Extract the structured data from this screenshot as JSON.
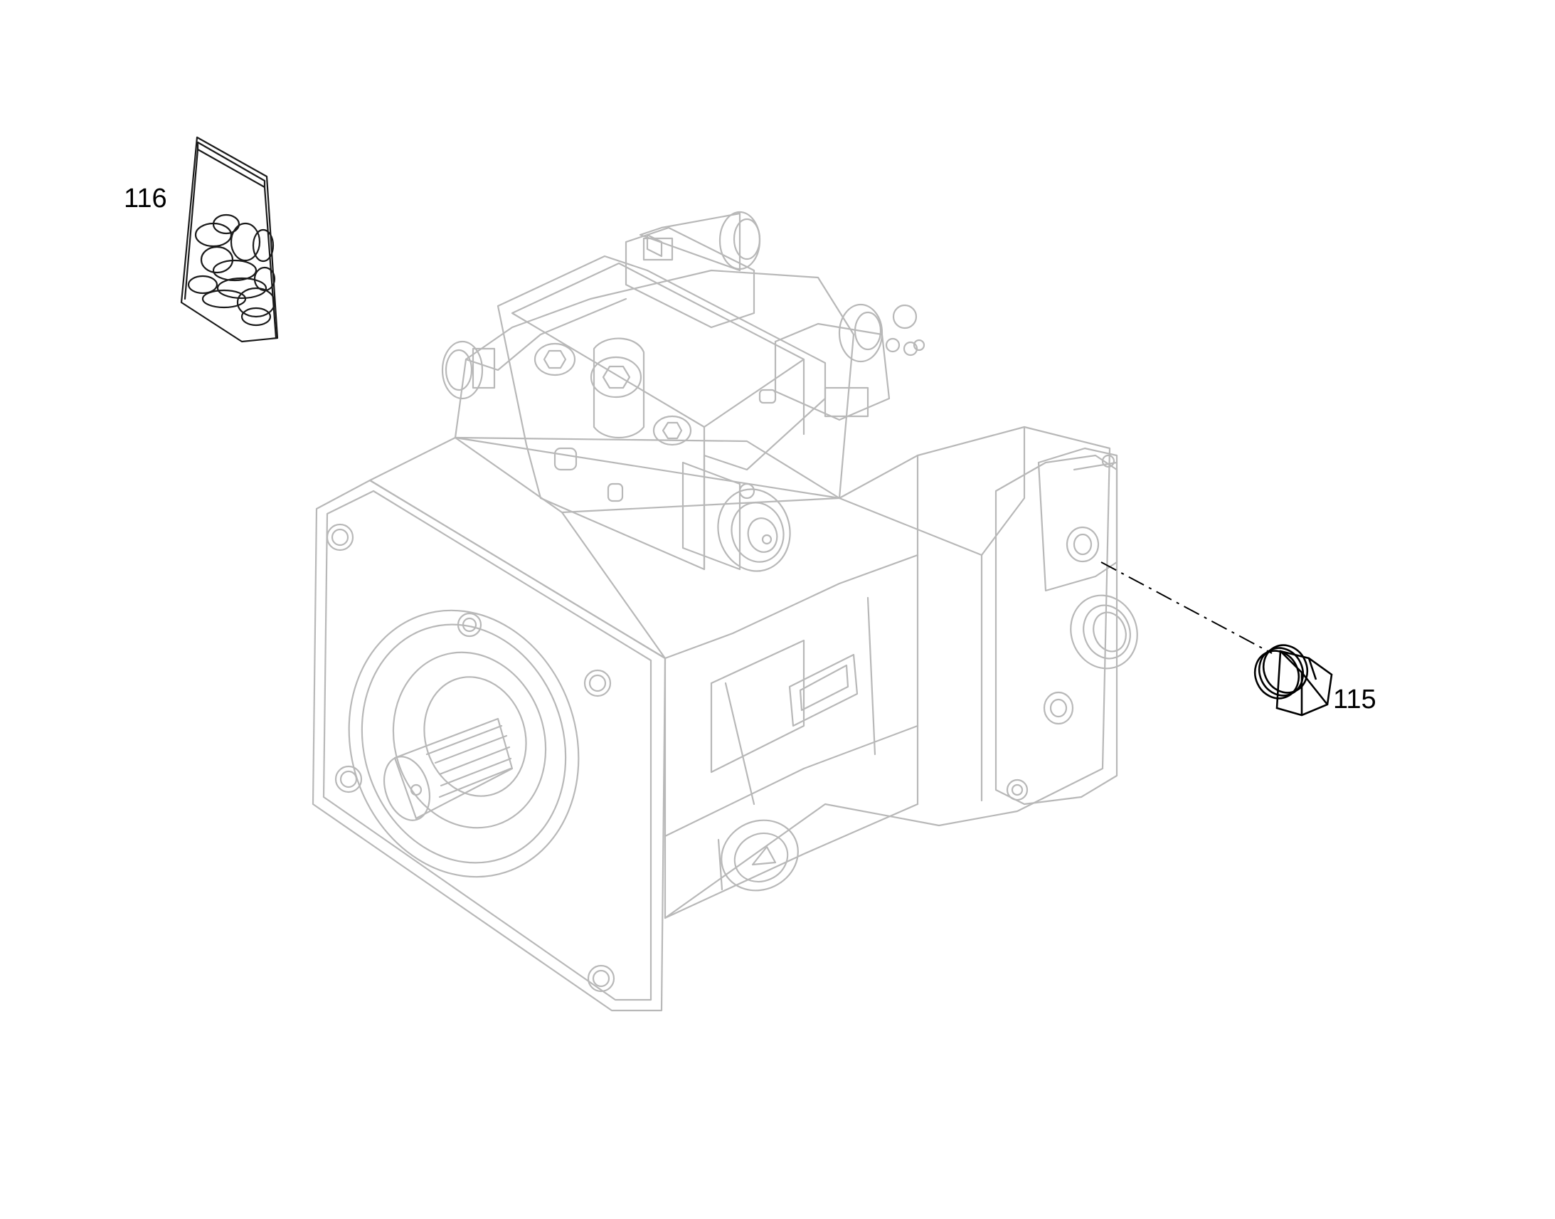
{
  "callouts": {
    "c116": {
      "number": "116"
    },
    "c115": {
      "number": "115"
    }
  },
  "parts": {
    "assembly": "hydraulic-pump-assembly",
    "seal_kit": "o-ring-seal-kit-bag",
    "plug": "threaded-plug"
  },
  "colors": {
    "background": "#ffffff",
    "assembly_line": "#b8b8b8",
    "part_line": "#1a1a1a"
  }
}
